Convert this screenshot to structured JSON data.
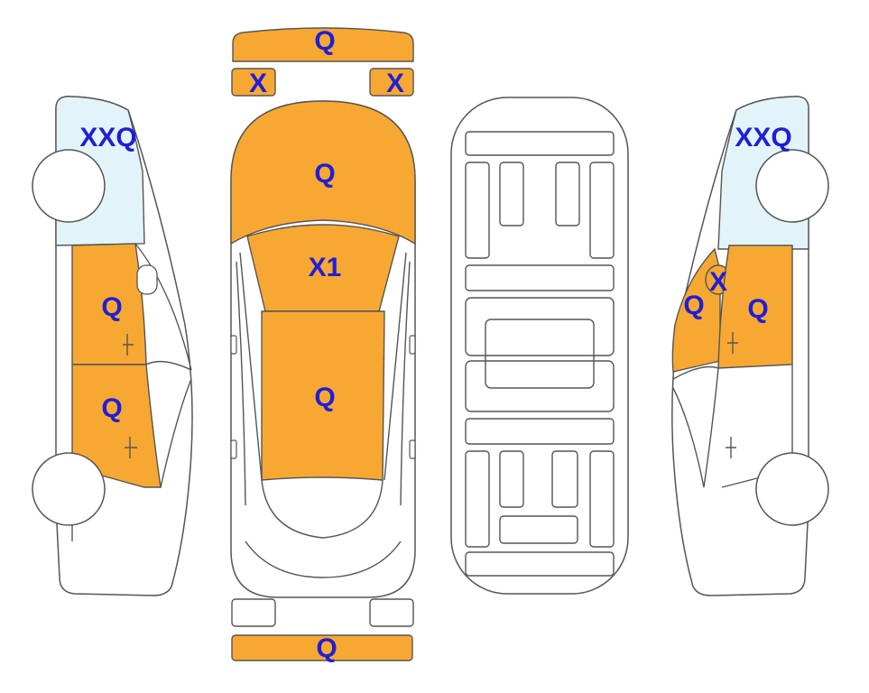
{
  "colors": {
    "damage": "#f7a833",
    "glass": "#e2f4fa",
    "outline": "#555555",
    "label": "#1f1fd6",
    "background": "#ffffff"
  },
  "labels": {
    "front_bumper": "Q",
    "front_left_light": "X",
    "front_right_light": "X",
    "hood": "Q",
    "windshield": "X1",
    "roof": "Q",
    "rear_bumper": "Q",
    "left_side_glass": "XXQ",
    "left_front_door": "Q",
    "left_rear_door": "Q",
    "right_side_glass": "XXQ",
    "right_mirror": "X",
    "right_front_fender": "Q",
    "right_front_door": "Q"
  }
}
